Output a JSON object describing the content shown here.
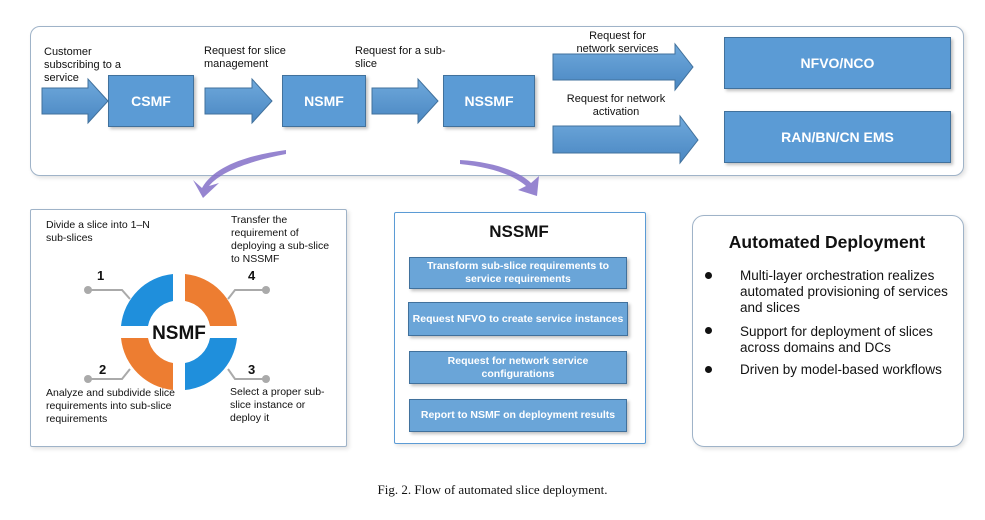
{
  "top": {
    "label_customer": "Customer subscribing to a service",
    "box_csmf": "CSMF",
    "label_req_slice_mgmt": "Request for slice management",
    "box_nsmf": "NSMF",
    "label_req_subslice": "Request for a sub-slice",
    "box_nssmf": "NSSMF",
    "label_req_net_services": "Request for network services",
    "label_req_net_activation": "Request for network activation",
    "box_nfvo": "NFVO/NCO",
    "box_ems": "RAN/BN/CN EMS"
  },
  "nsmf_panel": {
    "center": "NSMF",
    "num1": "1",
    "num2": "2",
    "num3": "3",
    "num4": "4",
    "text1": "Divide a slice into  1–N sub-slices",
    "text2": "Analyze and subdivide slice requirements into sub-slice requirements",
    "text3": "Select a proper sub-slice instance or deploy it",
    "text4": "Transfer the requirement of deploying a sub-slice to NSSMF"
  },
  "nssmf_panel": {
    "title": "NSSMF",
    "steps": [
      "Transform sub-slice requirements to service requirements",
      "Request  NFVO to create service instances",
      "Request for network service configurations",
      "Report to NSMF on deployment results"
    ]
  },
  "auto_panel": {
    "title": "Automated Deployment",
    "bullets": [
      "Multi-layer orchestration realizes automated provisioning of services and slices",
      "Support for deployment of slices across domains and DCs",
      "Driven by model-based workflows"
    ]
  },
  "caption": "Fig. 2. Flow of automated slice deployment.",
  "colors": {
    "blue": "#5b9bd5",
    "orange": "#ed7d31",
    "purple": "#8470c8"
  }
}
